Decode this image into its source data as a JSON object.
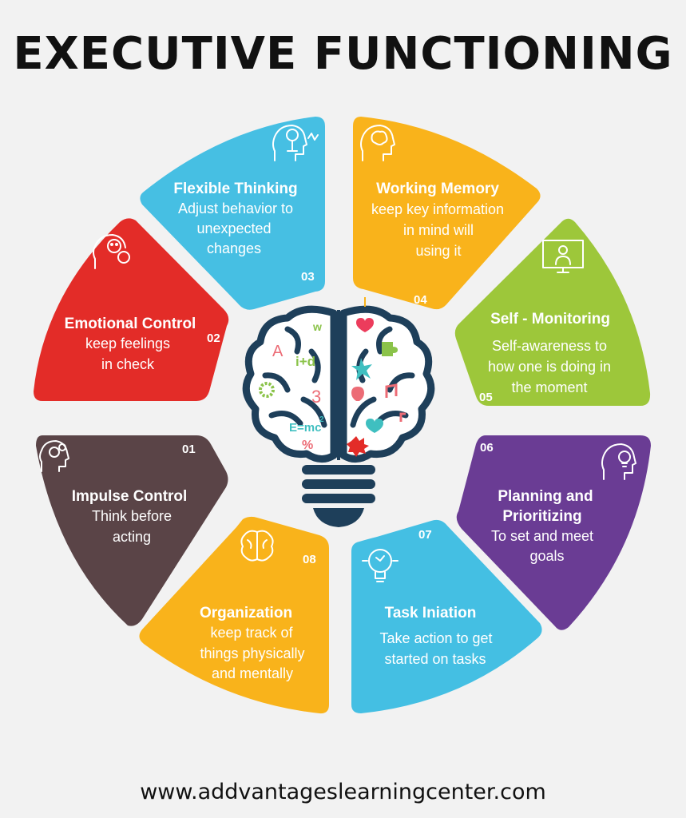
{
  "title": "EXECUTIVE FUNCTIONING",
  "footer_url": "www.addvantageslearningcenter.com",
  "segments": [
    {
      "num": "01",
      "title": "Impulse Control",
      "desc": [
        "Think before",
        "acting"
      ],
      "color": "#5a4447",
      "icon": "gear-head-icon"
    },
    {
      "num": "02",
      "title": "Emotional Control",
      "desc": [
        "keep feelings",
        "in check"
      ],
      "color": "#e32c28",
      "icon": "emotion-faces-icon"
    },
    {
      "num": "03",
      "title": "Flexible Thinking",
      "desc": [
        "Adjust behavior to",
        "unexpected",
        "changes"
      ],
      "color": "#46bfe3",
      "icon": "head-target-icon"
    },
    {
      "num": "04",
      "title": "Working Memory",
      "desc": [
        "keep key information",
        "in mind will",
        "using it"
      ],
      "color": "#f9b31b",
      "icon": "brain-head-icon"
    },
    {
      "num": "05",
      "title": "Self - Monitoring",
      "desc": [
        "Self-awareness to",
        "how one is doing in",
        "the moment"
      ],
      "color": "#9dc73a",
      "icon": "monitor-person-icon"
    },
    {
      "num": "06",
      "title": "Planning and",
      "title2": "Prioritizing",
      "desc": [
        "To set and meet",
        "goals"
      ],
      "color": "#6a3c94",
      "icon": "head-lightbulb-icon"
    },
    {
      "num": "07",
      "title": "Task Iniation",
      "desc": [
        "Take action to get",
        "started on tasks"
      ],
      "color": "#44bfe3",
      "icon": "circuit-bulb-icon"
    },
    {
      "num": "08",
      "title": "Organization",
      "desc": [
        "keep track of",
        "things physically",
        "and mentally"
      ],
      "color": "#f9b31b",
      "icon": "brain-icon"
    }
  ],
  "center": {
    "brain_texts": [
      "A",
      "w",
      "i+d",
      "3",
      "E=mc",
      "2",
      "%"
    ]
  }
}
